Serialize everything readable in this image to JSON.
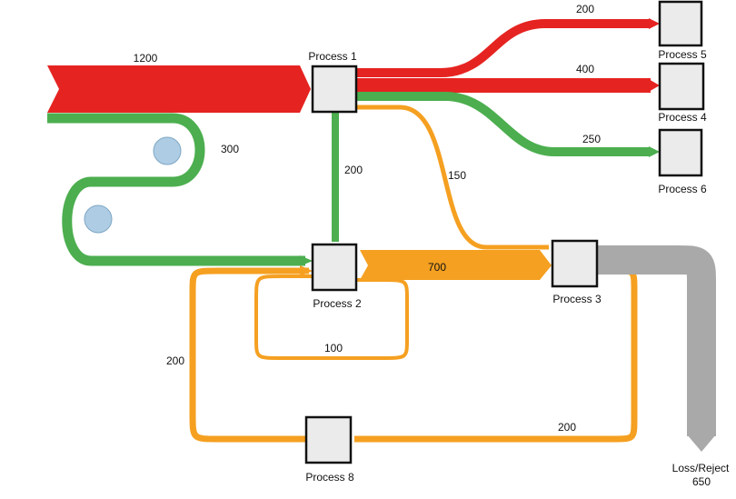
{
  "diagram": {
    "type": "sankey",
    "colors": {
      "red": "#e52421",
      "green": "#4cae4f",
      "orange": "#f5a021",
      "gray": "#a9a9a9",
      "node_fill": "#ebebeb",
      "bubble": "#aecde4"
    },
    "nodes": {
      "process1": "Process 1",
      "process2": "Process 2",
      "process3": "Process 3",
      "process4": "Process 4",
      "process5": "Process 5",
      "process6": "Process 6",
      "process8": "Process 8",
      "loss_label": "Loss/Reject",
      "loss_value": "650"
    },
    "flows": {
      "input_to_p1": "1200",
      "input_to_p2": "300",
      "p1_to_p5": "200",
      "p1_to_p4": "400",
      "p1_to_p6": "250",
      "p1_to_p2": "200",
      "p1_to_p3": "150",
      "p2_to_p3": "700",
      "p2_loop": "100",
      "p3_to_p8": "200",
      "p8_to_p2": "200"
    }
  }
}
